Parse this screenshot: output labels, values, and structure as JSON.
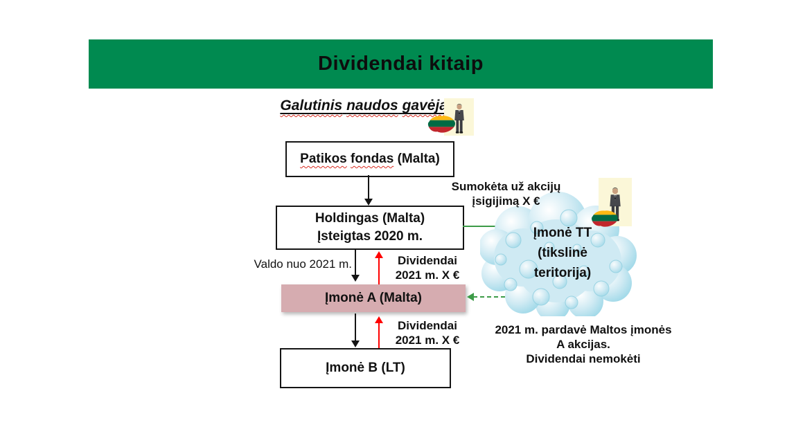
{
  "slide": {
    "title": "Dividendai kitaip"
  },
  "beneficiary": {
    "word1": "Galutinis",
    "word2": "naudos",
    "word3": "gavėjas"
  },
  "boxes": {
    "trust": {
      "word1": "Patikos",
      "word2": "fondas",
      "rest": "(Malta)"
    },
    "holding": {
      "line1": "Holdingas (Malta)",
      "line2": "Įsteigtas 2020 m."
    },
    "company_a": {
      "label": "Įmonė A (Malta)"
    },
    "company_b": {
      "label": "Įmonė B (LT)"
    }
  },
  "cloud": {
    "line1": "Įmonė TT",
    "line2": "(tikslinė",
    "line3": "teritorija)"
  },
  "annotations": {
    "paid": {
      "line1": "Sumokėta už akcijų",
      "line2": "įsigijimą X €"
    },
    "valdo": "Valdo nuo 2021 m.",
    "dividend_top": {
      "line1": "Dividendai",
      "line2": "2021 m. X €"
    },
    "dividend_bottom": {
      "line1": "Dividendai",
      "line2": "2021 m. X €"
    },
    "note": {
      "line1": "2021 m. pardavė Maltos įmonės",
      "line2": "A akcijas.",
      "line3": "Dividendai nemokėti"
    }
  },
  "icons": {
    "businessman": "businessman-icon",
    "flag": "lithuania-flag-icon",
    "cloud": "offshore-cloud-shape"
  },
  "colors": {
    "header_green": "#008A50",
    "arrow_green": "#3C9B47",
    "arrow_red": "#FF0000",
    "arrow_black": "#141414",
    "company_a_pink": "#D6ACB0",
    "cloud_blue": "#CFEAF3",
    "person_bg": "#FBF7D8",
    "flag_yellow": "#FDB913",
    "flag_green": "#006A44",
    "flag_red": "#C1272D",
    "spellcheck_red": "#D92B20"
  }
}
